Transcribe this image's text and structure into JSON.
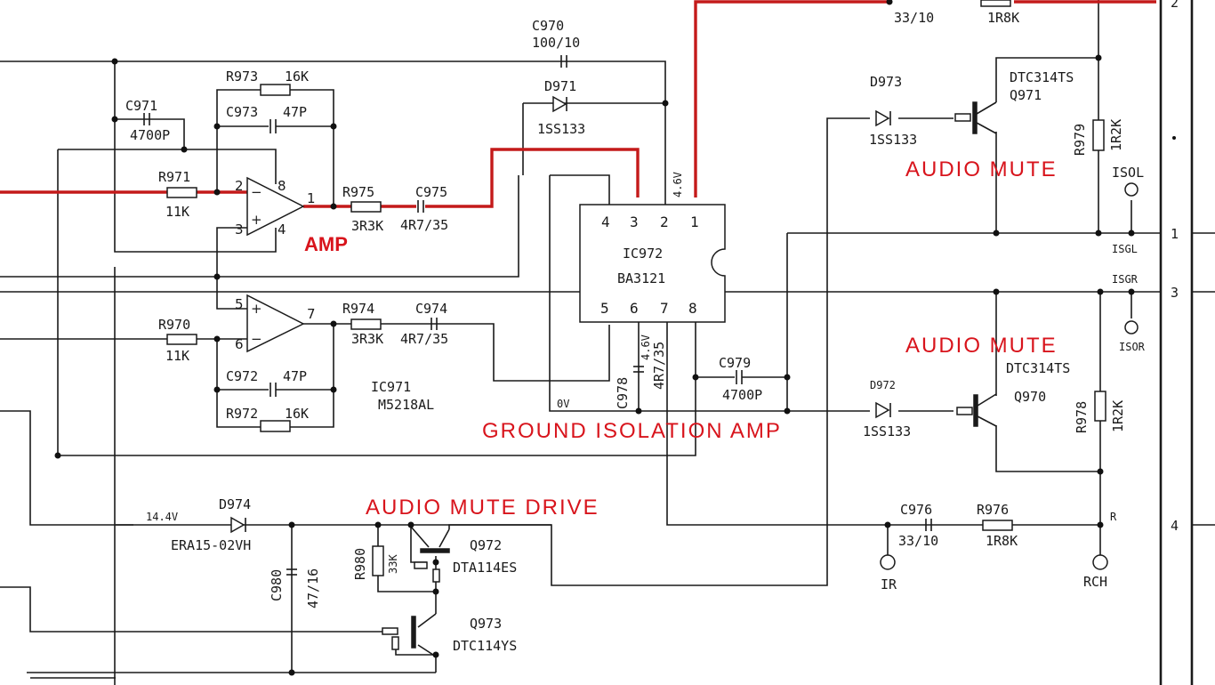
{
  "section_labels": {
    "amp": "AMP",
    "audio_mute_top": "AUDIO MUTE",
    "audio_mute_bottom": "AUDIO MUTE",
    "ground_isolation_amp": "GROUND ISOLATION AMP",
    "audio_mute_drive": "AUDIO MUTE DRIVE"
  },
  "components": {
    "C970": {
      "ref": "C970",
      "value": "100/10"
    },
    "C971": {
      "ref": "C971",
      "value": "4700P"
    },
    "C972": {
      "ref": "C972",
      "value": "47P"
    },
    "C973": {
      "ref": "C973",
      "value": "47P"
    },
    "C974": {
      "ref": "C974",
      "value": "4R7/35"
    },
    "C975": {
      "ref": "C975",
      "value": "4R7/35"
    },
    "C976": {
      "ref": "C976",
      "value": "33/10"
    },
    "C976_top": {
      "value": "33/10"
    },
    "C978": {
      "ref": "C978",
      "value": "4R7/35"
    },
    "C979": {
      "ref": "C979",
      "value": "4700P"
    },
    "C980": {
      "ref": "C980",
      "value": "47/16"
    },
    "R970": {
      "ref": "R970",
      "value": "11K"
    },
    "R971": {
      "ref": "R971",
      "value": "11K"
    },
    "R972": {
      "ref": "R972",
      "value": "16K"
    },
    "R973": {
      "ref": "R973",
      "value": "16K"
    },
    "R974": {
      "ref": "R974",
      "value": "3R3K"
    },
    "R975": {
      "ref": "R975",
      "value": "3R3K"
    },
    "R976": {
      "ref": "R976",
      "value": "1R8K"
    },
    "R976_top": {
      "value": "1R8K"
    },
    "R978": {
      "ref": "R978",
      "value": "1R2K"
    },
    "R979": {
      "ref": "R979",
      "value": "1R2K"
    },
    "R980": {
      "ref": "R980",
      "value": "33K"
    },
    "D971": {
      "ref": "D971",
      "value": "1SS133"
    },
    "D972": {
      "ref": "D972",
      "value": "1SS133"
    },
    "D973": {
      "ref": "D973",
      "value": "1SS133"
    },
    "D974": {
      "ref": "D974",
      "value": "ERA15-02VH"
    },
    "Q970": {
      "ref": "Q970",
      "value": "DTC314TS"
    },
    "Q971": {
      "ref": "Q971",
      "value": "DTC314TS"
    },
    "Q972": {
      "ref": "Q972",
      "value": "DTA114ES"
    },
    "Q973": {
      "ref": "Q973",
      "value": "DTC114YS"
    },
    "IC971": {
      "ref": "IC971",
      "value": "M5218AL"
    },
    "IC972": {
      "ref": "IC972",
      "value": "BA3121"
    }
  },
  "opamp_pins": {
    "top": {
      "inv": "2",
      "noninv": "3",
      "vcc": "8",
      "gnd": "4",
      "out": "1"
    },
    "bottom": {
      "noninv": "5",
      "inv": "6",
      "out": "7"
    }
  },
  "ic972_pins": [
    "4",
    "3",
    "2",
    "1",
    "5",
    "6",
    "7",
    "8"
  ],
  "voltages": {
    "pin1": "4.6V",
    "pin6": "4.6V",
    "gnd": "0V",
    "supply": "14.4V"
  },
  "test_points": {
    "ISOL": "ISOL",
    "ISOR": "ISOR",
    "IR": "IR",
    "RCH": "RCH"
  },
  "net_labels": {
    "ISGL": "ISGL",
    "ISGR": "ISGR",
    "R": "R"
  },
  "connector_pins": [
    "2",
    "1",
    "3",
    "4"
  ]
}
